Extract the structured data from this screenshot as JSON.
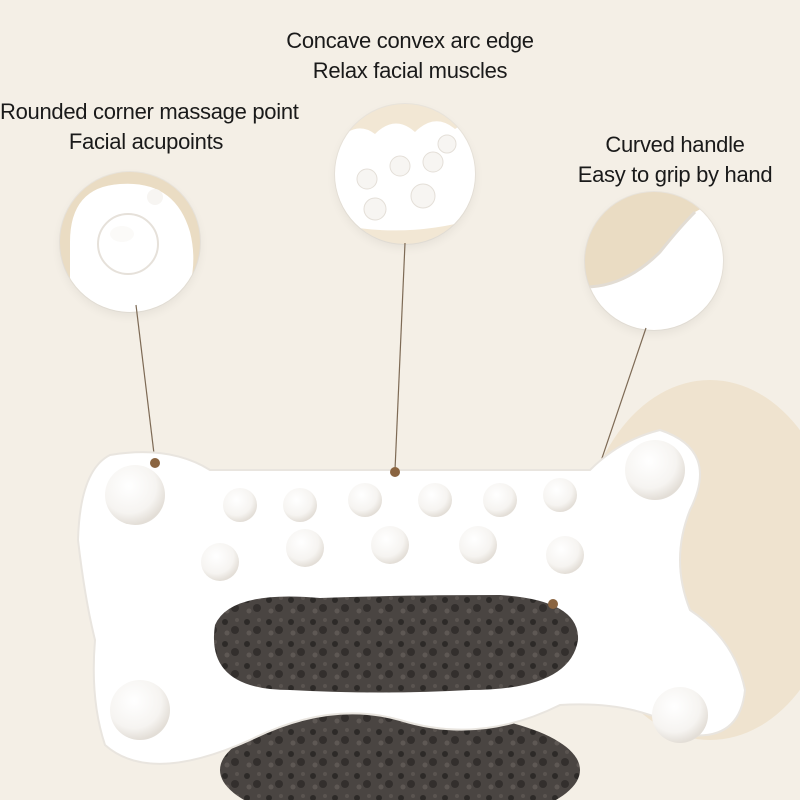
{
  "callouts": {
    "left": {
      "line1": "Rounded corner massage point",
      "line2": "Facial acupoints"
    },
    "middle": {
      "line1": "Concave convex arc edge",
      "line2": "Relax facial muscles"
    },
    "right": {
      "line1": "Curved handle",
      "line2": "Easy to grip by hand"
    }
  },
  "colors": {
    "background": "#f4efe6",
    "product_white": "#ffffff",
    "pumice": "#4a4542",
    "leader_dot": "#8a6440",
    "leader_line": "#7d6a55"
  }
}
